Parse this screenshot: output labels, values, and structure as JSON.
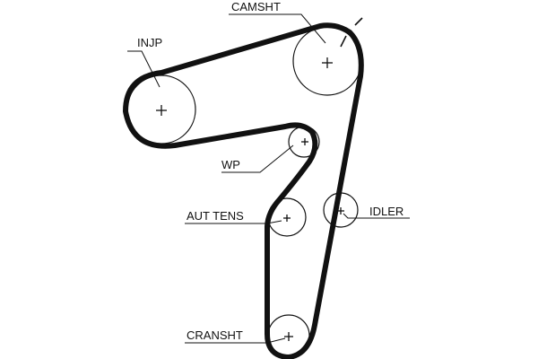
{
  "diagram": {
    "labels": {
      "camshaft": "CAMSHT",
      "injection_pump": "INJP",
      "water_pump": "WP",
      "auto_tensioner": "AUT TENS",
      "idler": "IDLER",
      "crankshaft": "CRANSHT"
    },
    "colors": {
      "line": "#111111",
      "background": "#ffffff"
    }
  }
}
